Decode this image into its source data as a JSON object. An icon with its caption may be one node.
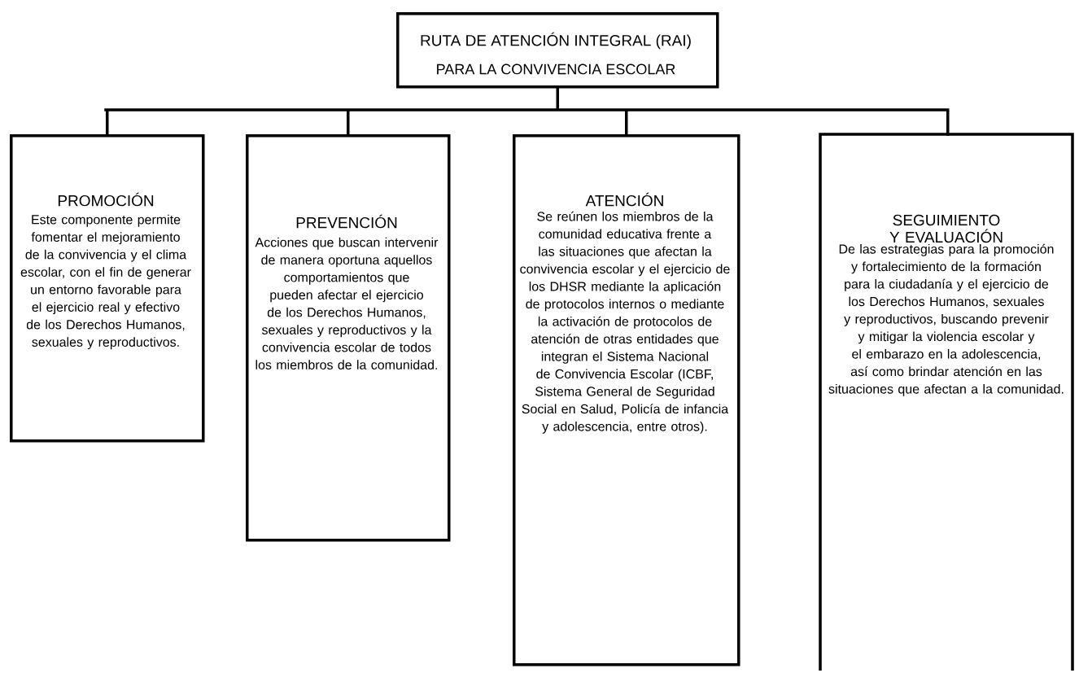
{
  "diagram": {
    "nodes": [
      {
        "text": [
          "RUTA DE ATENCIÓN INTEGRAL (RAI)",
          "PARA LA CONVIVENCIA ESCOLAR"
        ]
      },
      {
        "text": [
          "PROMOCIÓN",
          "Este componente permite fomentar el mejoramiento de la convivencia y el clima escolar, con el fin de generar un entorno favorable para el ejercicio real y efectivo de los Derechos Humanos, sexuales y reproductivos."
        ]
      },
      {
        "text": [
          "PREVENCIÓN",
          "Acciones que buscan intervenir de manera oportuna aquellos comportamientos que pueden afectar el ejercicio de los Derechos Humanos, sexuales y reproductivos y la convivencia escolar de todos los miembros de la comunidad."
        ]
      },
      {
        "text": [
          "ATENCIÓN",
          "Se reúnen los miembros de la comunidad educativa frente a las situaciones que afectan la convivencia escolar y el ejercicio de los DHSR mediante la aplicación de protocolos internos o mediante la activación de protocolos de atención de otras entidades que integran el Sistema Nacional de Convivencia Escolar (ICBF, Sistema General de Seguridad Social en Salud, Policía de infancia y adolescencia, entre otros)."
        ]
      },
      {
        "text": [
          "SEGUIMIENTO Y EVALUACIÓN",
          "De las estrategias para la promoción y fortalecimiento de la formación para la ciudadanía y el ejercicio de los Derechos Humanos, sexuales y reproductivos, buscando prevenir y mitigar la violencia escolar y el embarazo en la adolescencia, así como brindar atención en las situaciones que afectan a la comunidad."
        ]
      }
    ],
    "edges": [
      {
        "from": 0,
        "to": 1,
        "arrow": "none"
      },
      {
        "from": 0,
        "to": 2,
        "arrow": "none"
      },
      {
        "from": 0,
        "to": 3,
        "arrow": "none"
      },
      {
        "from": 0,
        "to": 4,
        "arrow": "none"
      }
    ]
  }
}
